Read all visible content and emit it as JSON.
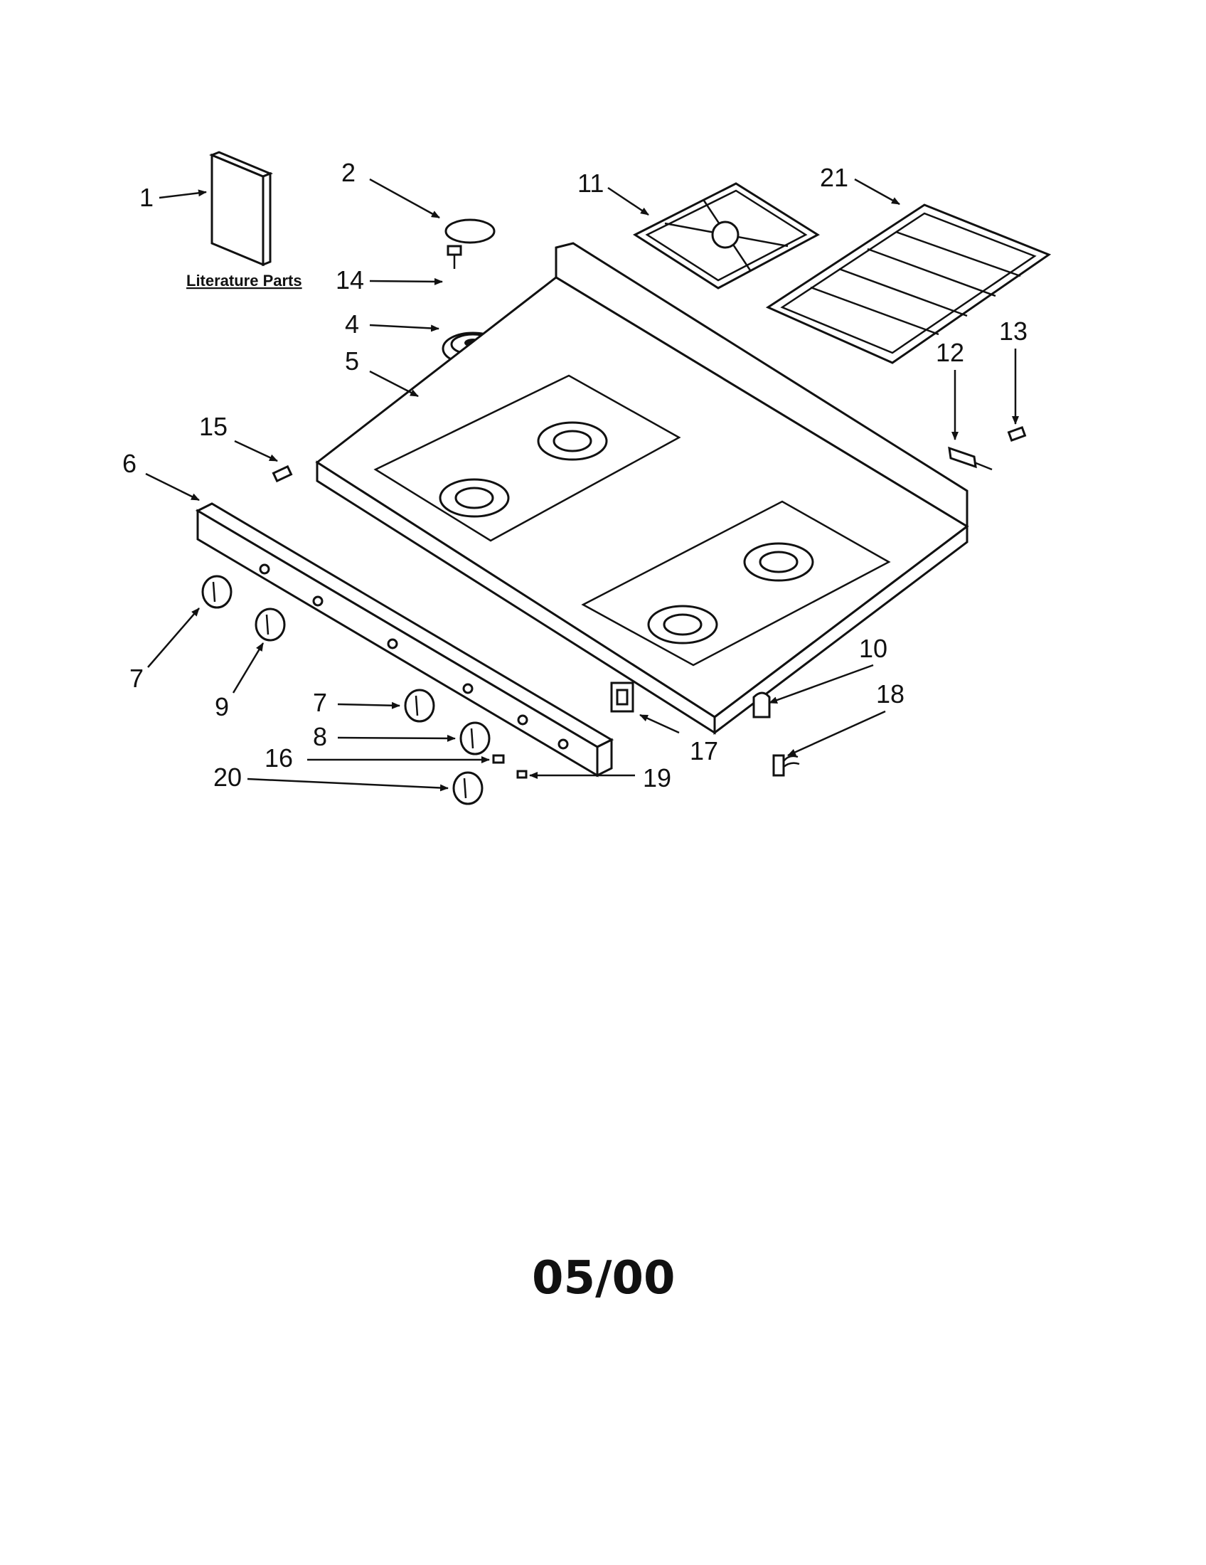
{
  "diagram": {
    "literature_label": "Literature Parts",
    "date": "05/00",
    "callouts": {
      "c1": "1",
      "c2": "2",
      "c11": "11",
      "c21": "21",
      "c14": "14",
      "c4": "4",
      "c5": "5",
      "c12": "12",
      "c13": "13",
      "c15": "15",
      "c6": "6",
      "c7a": "7",
      "c9": "9",
      "c7b": "7",
      "c8": "8",
      "c16": "16",
      "c20": "20",
      "c10": "10",
      "c18": "18",
      "c17": "17",
      "c19": "19"
    }
  }
}
